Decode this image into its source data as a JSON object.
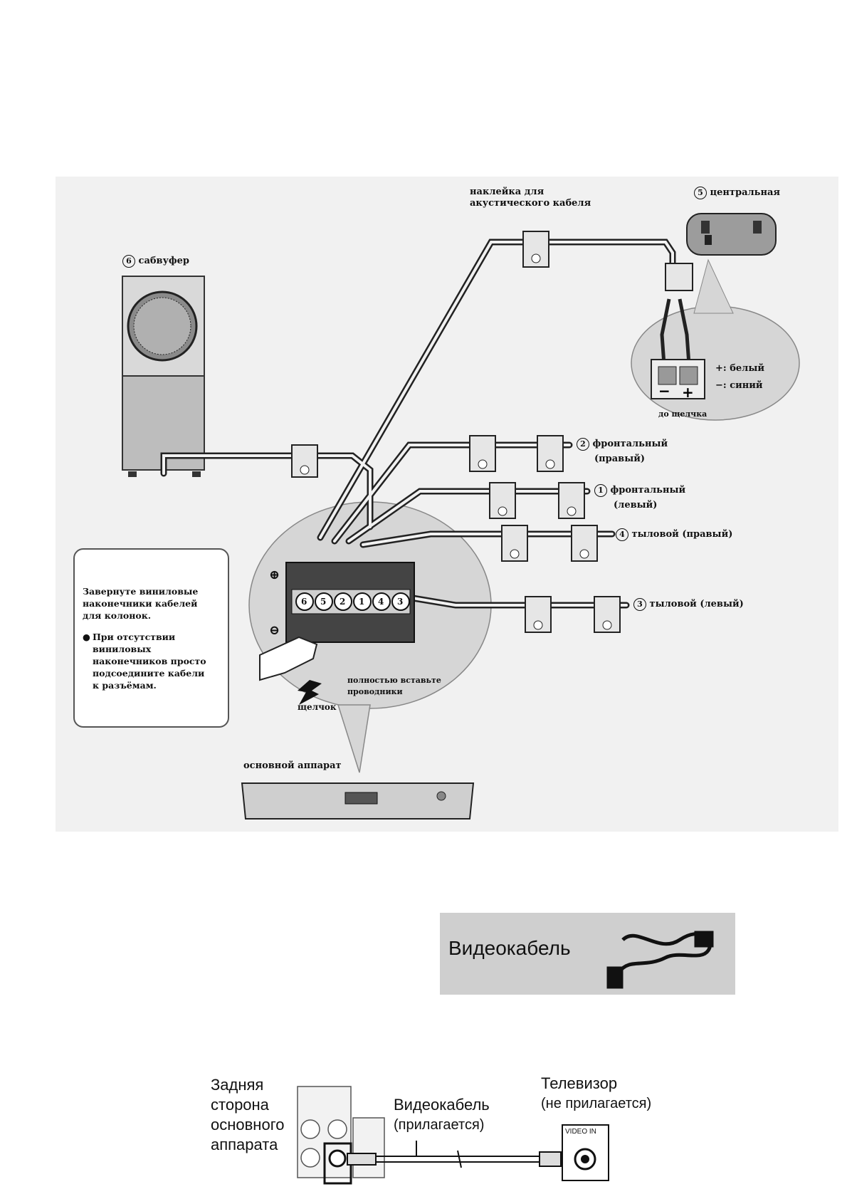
{
  "upper_diagram": {
    "sticker_label": [
      "наклейка для",
      "акустического кабеля"
    ],
    "center": {
      "num": "5",
      "label": "центральная"
    },
    "subwoofer": {
      "num": "6",
      "label": "сабвуфер"
    },
    "front_right": {
      "num": "2",
      "label": "фронтальный",
      "sub": "(правый)"
    },
    "front_left": {
      "num": "1",
      "label": "фронтальный",
      "sub": "(левый)"
    },
    "rear_right": {
      "num": "4",
      "label": "тыловой (правый)"
    },
    "rear_left": {
      "num": "3",
      "label": "тыловой (левый)"
    },
    "polarity_white": "белый",
    "polarity_blue": "синий",
    "click_small": "до щелчка",
    "terminal_numbers": [
      "6",
      "5",
      "2",
      "1",
      "4",
      "3"
    ],
    "plus_sign": "⊕",
    "minus_sign": "⊖",
    "insert_wires": [
      "полностью вставьте",
      "проводники"
    ],
    "click": "щелчок",
    "main_unit": "основной аппарат",
    "note": {
      "line1": [
        "Завернуте виниловые",
        "наконечники кабелей",
        "для колонок."
      ],
      "bullet": "●",
      "line2": [
        "При отсутствии",
        "виниловых",
        "наконечников просто",
        "подсоедините кабели",
        "к разъёмам."
      ]
    }
  },
  "cable_box": {
    "title": "Видеокабель"
  },
  "lower_diagram": {
    "rear_side": [
      "Задняя",
      "сторона",
      "основного",
      "аппарата"
    ],
    "video_cable": "Видеокабель",
    "included": "(прилагается)",
    "tv": "Телевизор",
    "not_included": "(не прилагается)",
    "video_in": "VIDEO IN"
  }
}
